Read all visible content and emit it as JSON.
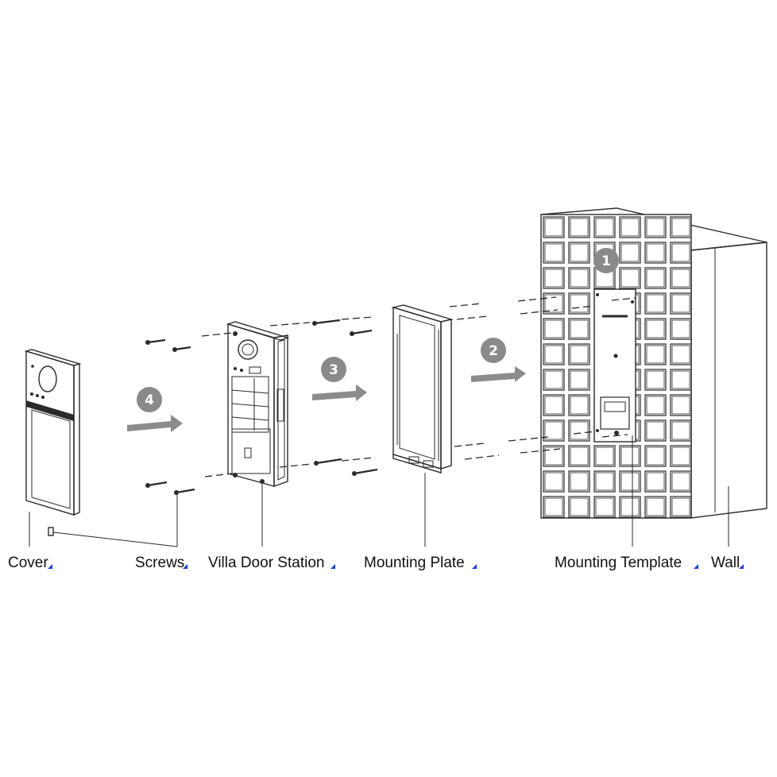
{
  "labels": {
    "cover": "Cover",
    "screws": "Screws",
    "villa_door_station": "Villa Door Station",
    "mounting_plate": "Mounting Plate",
    "mounting_template": "Mounting Template",
    "wall": "Wall"
  },
  "steps": {
    "one": "1",
    "two": "2",
    "three": "3",
    "four": "4"
  },
  "colors": {
    "line": "#2a2a2a",
    "arrow": "#8c8c8c",
    "step_badge": "#8a8a8a",
    "label_marker": "#1a3fd6"
  }
}
